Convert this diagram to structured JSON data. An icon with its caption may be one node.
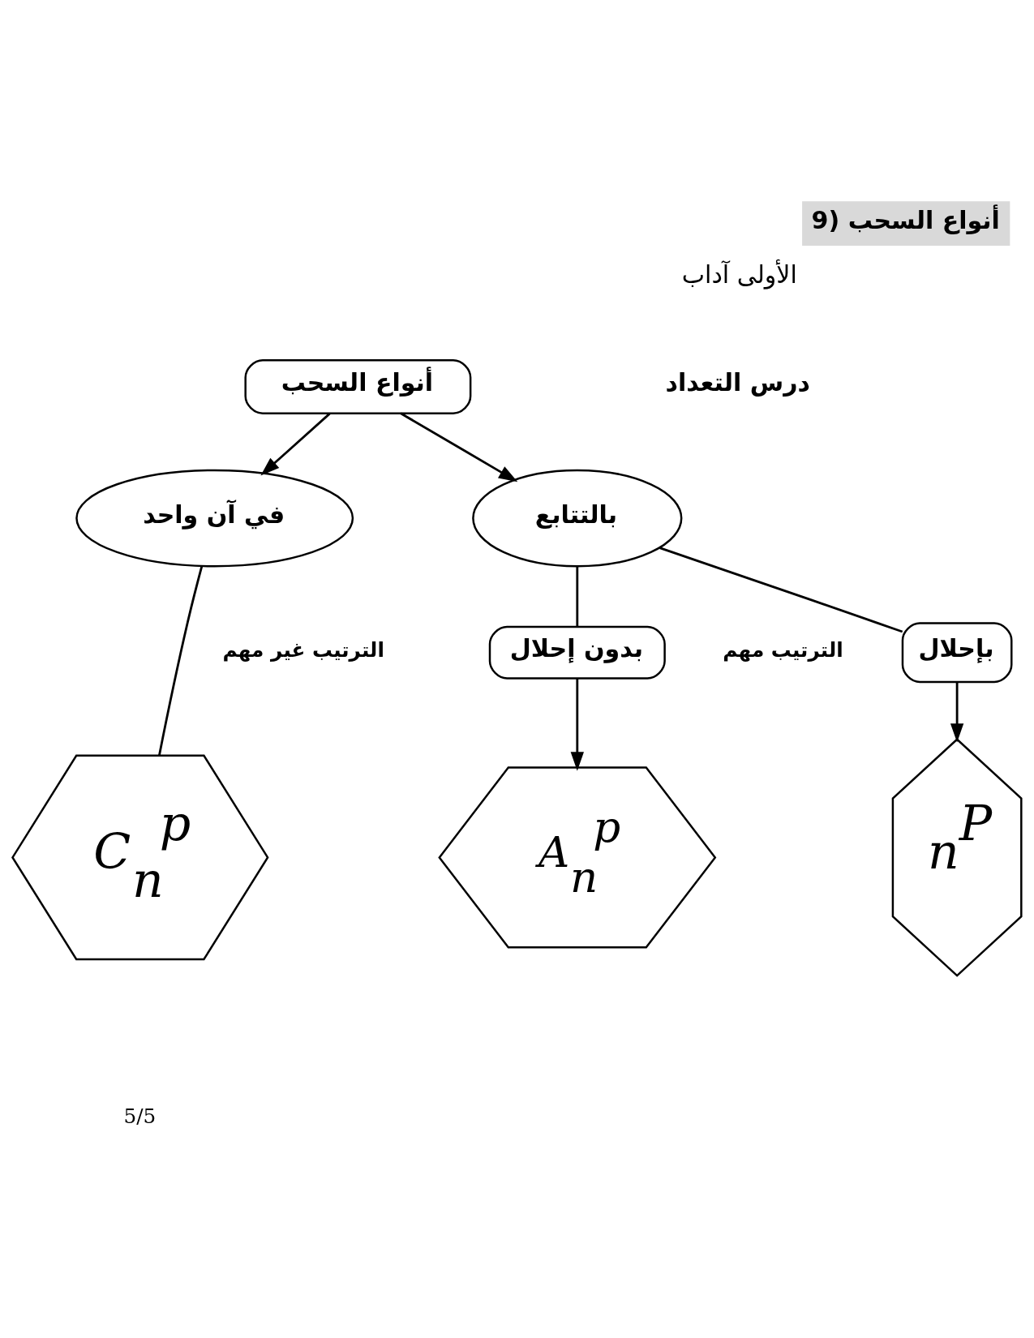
{
  "diagram": {
    "title": "9) أنواع السحب",
    "nodes": [
      {
        "text": [
          "أنواع السحب"
        ]
      },
      {
        "text": [
          "في آن واحد"
        ]
      },
      {
        "text": [
          "بالتتابع"
        ]
      },
      {
        "text": [
          "بدون إحلال"
        ]
      },
      {
        "text": [
          "بإحلال"
        ]
      },
      {
        "text": [
          "C$_{n}$$^{p}$"
        ]
      },
      {
        "text": [
          "A$_{n}$$^{p}$"
        ]
      },
      {
        "text": [
          "n$^{P}$"
        ]
      }
    ],
    "edges": [
      {
        "from": 0,
        "to": 1,
        "arrow": "to"
      },
      {
        "from": 0,
        "to": 2,
        "arrow": "to"
      },
      {
        "from": 1,
        "to": 5,
        "arrow": "none"
      },
      {
        "from": 2,
        "to": 3,
        "arrow": "none"
      },
      {
        "from": 2,
        "to": 4,
        "arrow": "none"
      },
      {
        "from": 3,
        "to": 6,
        "arrow": "to"
      },
      {
        "from": 4,
        "to": 7,
        "arrow": "to"
      }
    ],
    "labels": [
      "الأولى آداب",
      "درس التعداد",
      "الترتيب غير مهم",
      "الترتيب مهم",
      "5/5"
    ]
  }
}
